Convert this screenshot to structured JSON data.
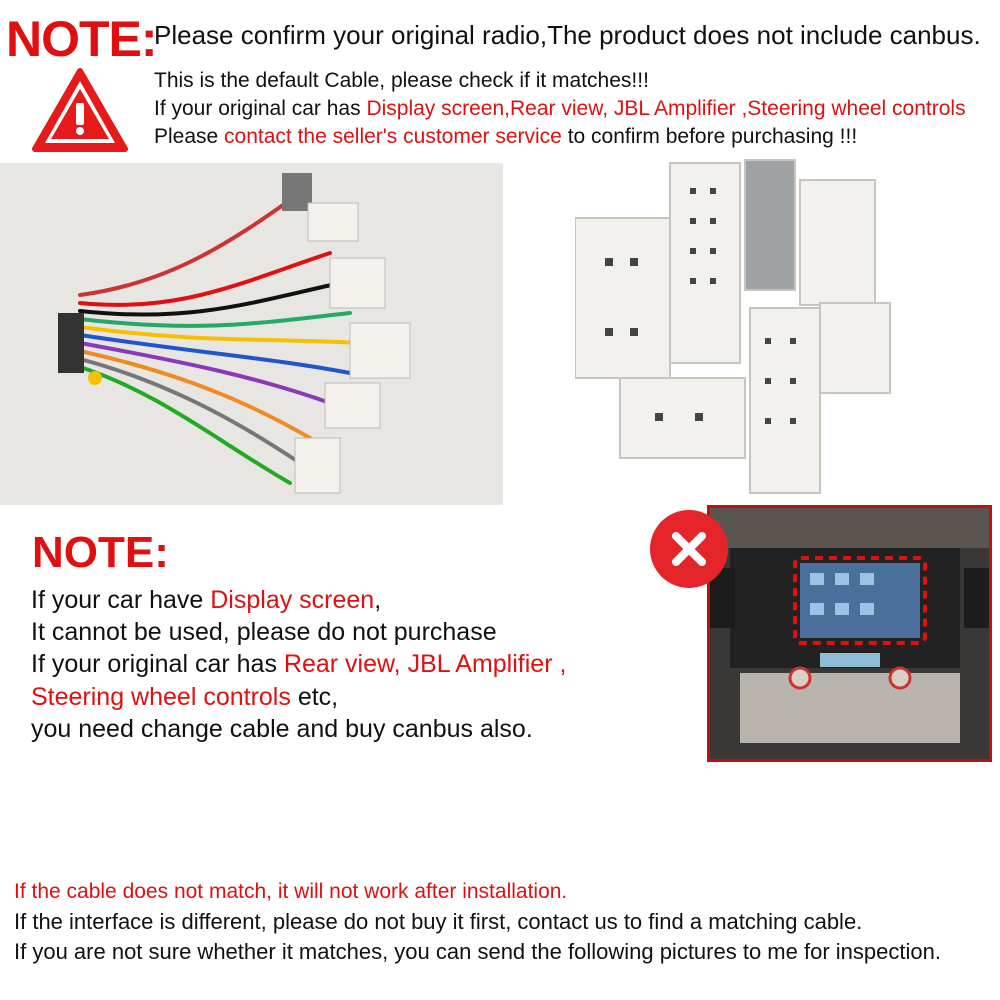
{
  "header": {
    "note_label": "NOTE:",
    "headline": "Please confirm your original radio,The product does not include canbus.",
    "line1": "This is the default Cable, please check if it matches!!!",
    "line2_prefix": "If your original car has ",
    "line2_red": "Display screen,Rear view, JBL Amplifier ,Steering wheel controls",
    "line3_prefix": "Please ",
    "line3_red": "contact the seller's customer service",
    "line3_suffix": " to confirm before purchasing !!!"
  },
  "images": {
    "harness": "wiring-harness-photo",
    "connectors": "connector-plugs-photo",
    "dashboard": "car-dashboard-display-photo"
  },
  "note2": {
    "title": "NOTE:",
    "l1_prefix": "If your car have ",
    "l1_red": "Display screen",
    "l1_suffix": ",",
    "l2": "It cannot be used, please do not purchase",
    "l3_prefix": "If your original car has ",
    "l3_red": "Rear view, JBL Amplifier ,",
    "l4_red": "Steering wheel controls",
    "l4_suffix": " etc,",
    "l5": "you need change cable and buy canbus also."
  },
  "footer": {
    "red_line": "If the cable does not match, it will not work after installation.",
    "line2": "If the interface is different, please do not buy it first, contact us to find a matching cable.",
    "line3": "If you are not sure whether it matches, you can send the following pictures to me for inspection."
  },
  "colors": {
    "accent_red": "#e01010",
    "text": "#111111"
  }
}
